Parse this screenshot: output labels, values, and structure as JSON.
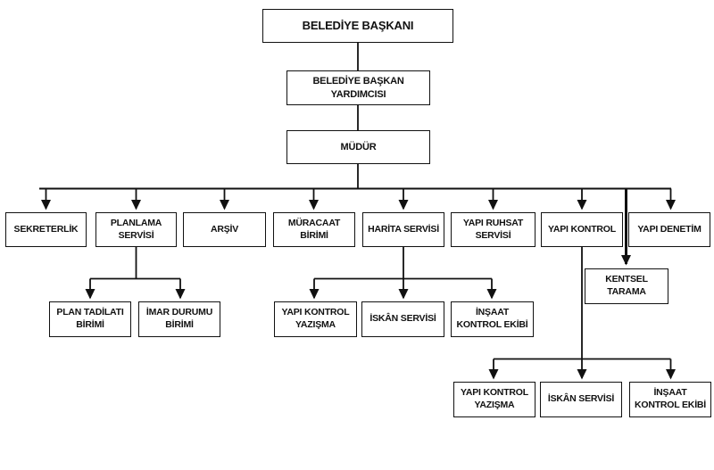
{
  "diagram": {
    "type": "org-chart",
    "colors": {
      "line": "#111111",
      "background": "#ffffff",
      "text": "#111111"
    },
    "nodes": {
      "belediye_baskani": {
        "label": "BELEDİYE BAŞKANI"
      },
      "baskan_yardimcisi": {
        "label": "BELEDİYE BAŞKAN YARDIMCISI"
      },
      "mudur": {
        "label": "MÜDÜR"
      },
      "sekreterlik": {
        "label": "SEKRETERLİK"
      },
      "planlama_servisi": {
        "label": "PLANLAMA SERVİSİ"
      },
      "arsiv": {
        "label": "ARŞİV"
      },
      "muracaat_birimi": {
        "label": "MÜRACAAT BİRİMİ"
      },
      "harita_servisi": {
        "label": "HARİTA SERVİSİ"
      },
      "yapi_ruhsat_servisi": {
        "label": "YAPI RUHSAT SERVİSİ"
      },
      "yapi_kontrol": {
        "label": "YAPI KONTROL"
      },
      "yapi_denetim": {
        "label": "YAPI DENETİM"
      },
      "kentsel_tarama": {
        "label": "KENTSEL TARAMA"
      },
      "plan_tadilati_birimi": {
        "label": "PLAN TADİLATI BİRİMİ"
      },
      "imar_durumu_birimi": {
        "label": "İMAR DURUMU BİRİMİ"
      },
      "harita_yapi_kontrol_yazisma": {
        "label": "YAPI KONTROL YAZIŞMA"
      },
      "harita_iskan_servisi": {
        "label": "İSKÂN SERVİSİ"
      },
      "harita_insaat_kontrol_ekibi": {
        "label": "İNŞAAT KONTROL EKİBİ"
      },
      "kontrol_yapi_kontrol_yazisma": {
        "label": "YAPI KONTROL YAZIŞMA"
      },
      "kontrol_iskan_servisi": {
        "label": "İSKÂN SERVİSİ"
      },
      "kontrol_insaat_kontrol_ekibi": {
        "label": "İNŞAAT KONTROL EKİBİ"
      }
    },
    "edges": [
      [
        "belediye_baskani",
        "baskan_yardimcisi"
      ],
      [
        "baskan_yardimcisi",
        "mudur"
      ],
      [
        "mudur",
        "sekreterlik"
      ],
      [
        "mudur",
        "planlama_servisi"
      ],
      [
        "mudur",
        "arsiv"
      ],
      [
        "mudur",
        "muracaat_birimi"
      ],
      [
        "mudur",
        "harita_servisi"
      ],
      [
        "mudur",
        "yapi_ruhsat_servisi"
      ],
      [
        "mudur",
        "yapi_kontrol"
      ],
      [
        "mudur",
        "yapi_denetim"
      ],
      [
        "mudur",
        "kentsel_tarama"
      ],
      [
        "planlama_servisi",
        "plan_tadilati_birimi"
      ],
      [
        "planlama_servisi",
        "imar_durumu_birimi"
      ],
      [
        "harita_servisi",
        "harita_yapi_kontrol_yazisma"
      ],
      [
        "harita_servisi",
        "harita_iskan_servisi"
      ],
      [
        "harita_servisi",
        "harita_insaat_kontrol_ekibi"
      ],
      [
        "yapi_kontrol",
        "kontrol_yapi_kontrol_yazisma"
      ],
      [
        "yapi_kontrol",
        "kontrol_iskan_servisi"
      ],
      [
        "yapi_kontrol",
        "kontrol_insaat_kontrol_ekibi"
      ]
    ]
  }
}
